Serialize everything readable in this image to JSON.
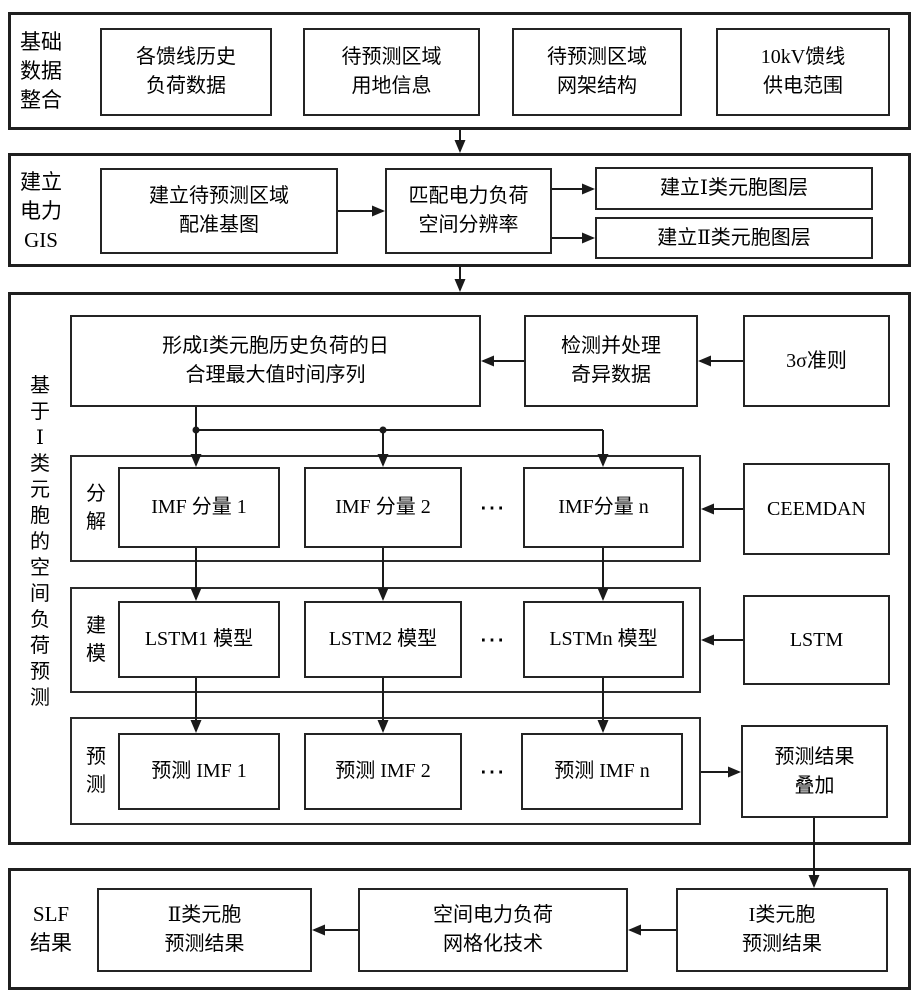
{
  "colors": {
    "line": "#1a1a1a",
    "text": "#000000",
    "background": "#ffffff"
  },
  "diagram": {
    "section_basic": {
      "label": "基础\n数据\n整合",
      "boxes": [
        "各馈线历史\n负荷数据",
        "待预测区域\n用地信息",
        "待预测区域\n网架结构",
        "10kV馈线\n供电范围"
      ]
    },
    "section_gis": {
      "label": "建立\n电力\nGIS",
      "basemap": "建立待预测区域\n配准基图",
      "resolution": "匹配电力负荷\n空间分辨率",
      "layer1": "建立Ⅰ类元胞图层",
      "layer2": "建立Ⅱ类元胞图层"
    },
    "section_forecast": {
      "label": "基\n于\nⅠ\n类\n元\n胞\n的\n空\n间\n负\n荷\n预\n测",
      "series": "形成I类元胞历史负荷的日\n合理最大值时间序列",
      "outlier": "检测并处理\n奇异数据",
      "sigma_rule": "3σ准则",
      "rows": {
        "decompose": {
          "label": "分\n解",
          "box1": "IMF 分量 1",
          "box2": "IMF 分量 2",
          "ellipsis": "⋯",
          "boxn": "IMF分量 n",
          "side": "CEEMDAN"
        },
        "modeling": {
          "label": "建\n模",
          "box1": "LSTM1 模型",
          "box2": "LSTM2 模型",
          "ellipsis": "⋯",
          "boxn": "LSTMn 模型",
          "side": "LSTM"
        },
        "predict": {
          "label": "预\n测",
          "box1": "预测 IMF 1",
          "box2": "预测 IMF 2",
          "ellipsis": "⋯",
          "boxn": "预测 IMF n",
          "side": "预测结果\n叠加"
        }
      }
    },
    "section_result": {
      "label": "SLF\n结果",
      "class2_result": "Ⅱ类元胞\n预测结果",
      "grid_tech": "空间电力负荷\n网格化技术",
      "class1_result": "I类元胞\n预测结果"
    }
  }
}
